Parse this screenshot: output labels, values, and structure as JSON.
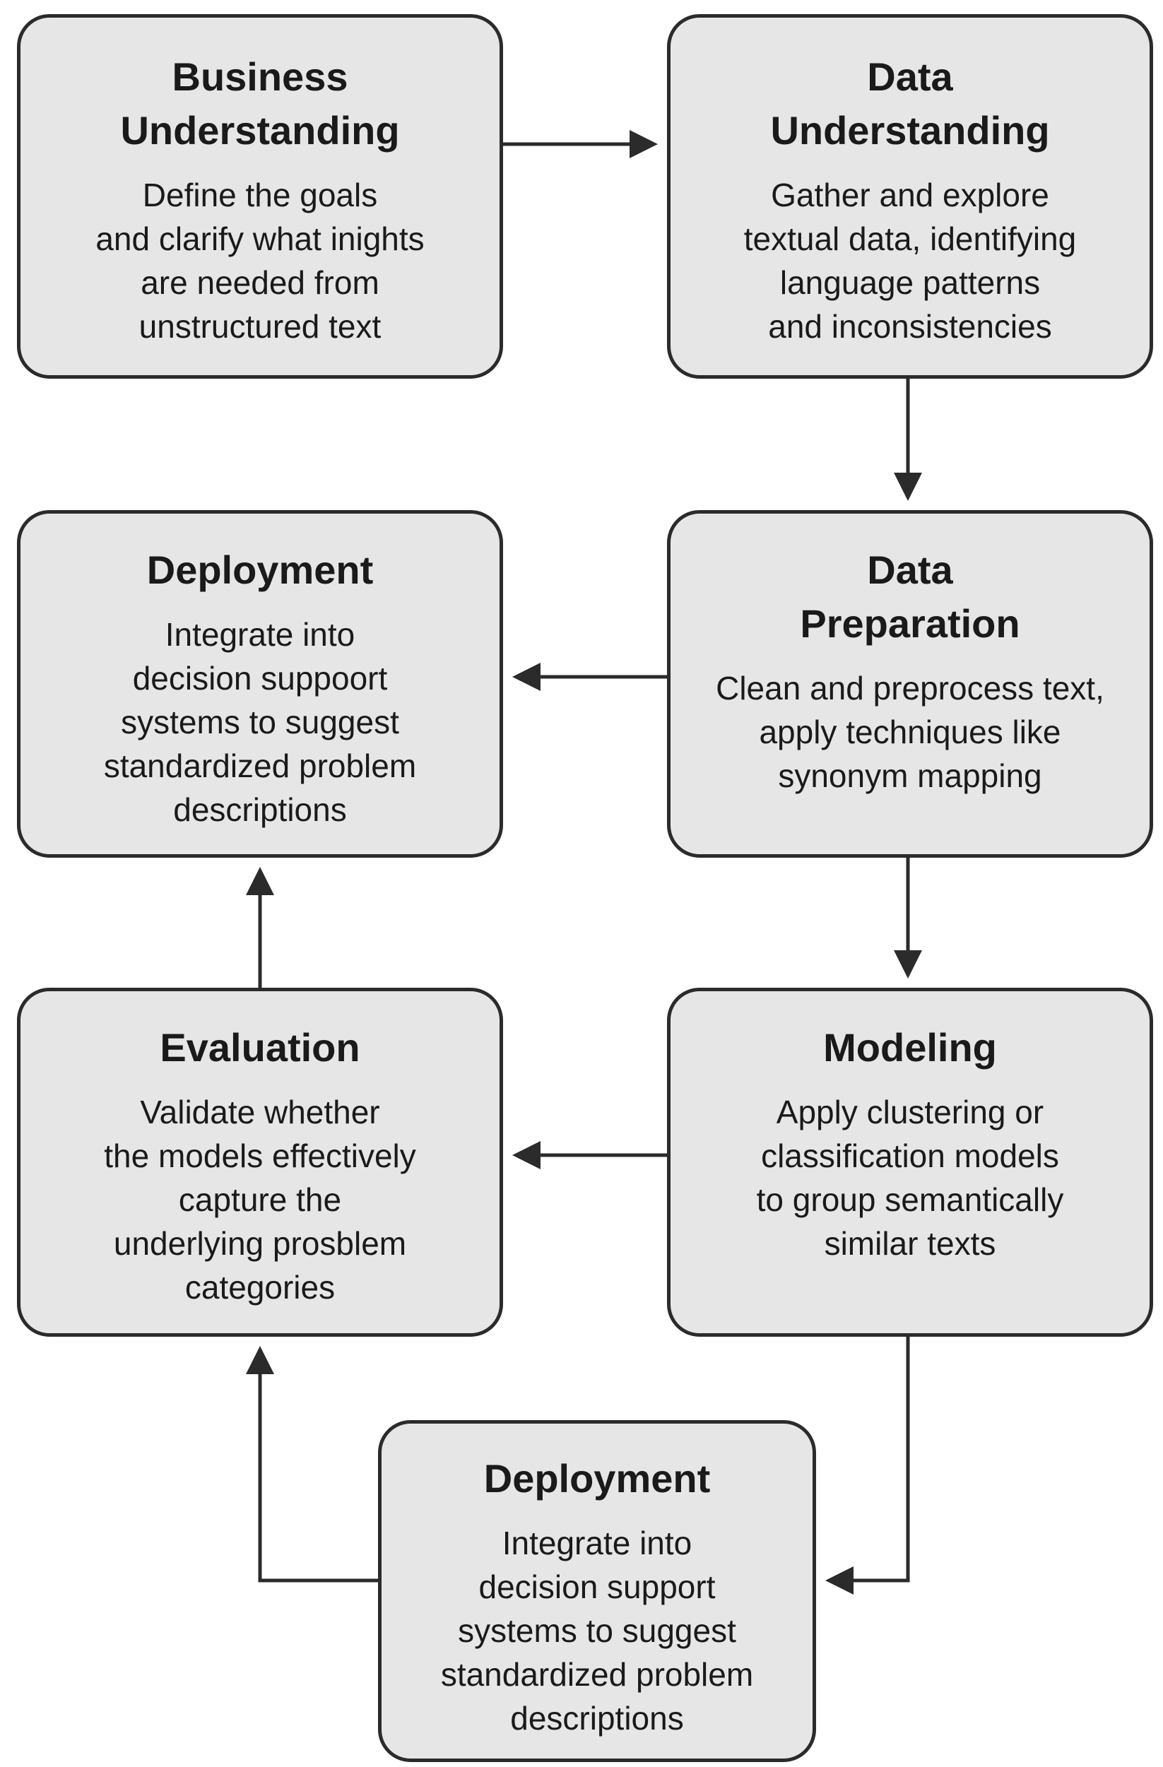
{
  "nodes": {
    "business_understanding": {
      "title": "Business\nUnderstanding",
      "description": "Define the goals\nand clarify what inights\nare needed from\nunstructured text"
    },
    "data_understanding": {
      "title": "Data\nUnderstanding",
      "description": "Gather and explore\ntextual data, identifying\nlanguage patterns\nand inconsistencies"
    },
    "deployment_1": {
      "title": "Deployment",
      "description": "Integrate into\ndecision suppoort\nsystems to suggest\nstandardized problem\ndescriptions"
    },
    "data_preparation": {
      "title": "Data\nPreparation",
      "description": "Clean and preprocess text,\napply techniques like\nsynonym mapping"
    },
    "evaluation": {
      "title": "Evaluation",
      "description": "Validate whether\nthe models effectively\ncapture the\nunderlying prosblem\ncategories"
    },
    "modeling": {
      "title": "Modeling",
      "description": "Apply clustering or\nclassification models\nto group semantically\nsimilar texts"
    },
    "deployment_2": {
      "title": "Deployment",
      "description": "Integrate into\ndecision support\nsystems to suggest\nstandardized problem\ndescriptions"
    }
  },
  "colors": {
    "box_fill": "#e6e6e6",
    "box_border": "#2b2b2b",
    "arrow": "#2b2b2b",
    "text": "#1a1a1a"
  }
}
